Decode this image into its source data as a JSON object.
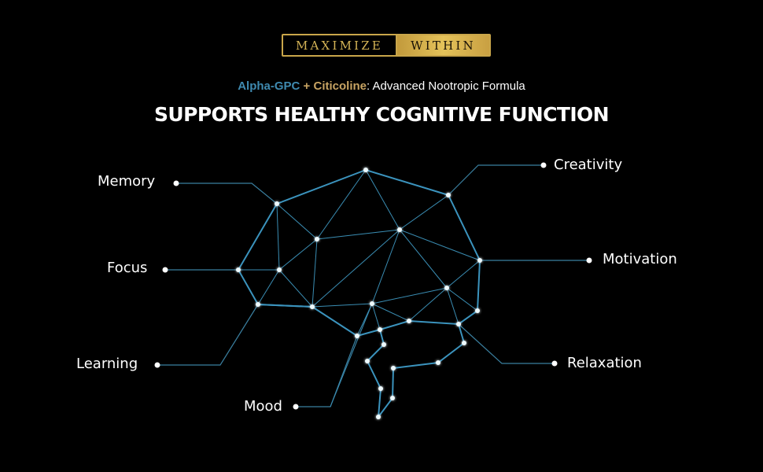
{
  "logo": {
    "left_text": "MAXIMIZE",
    "right_text": "WITHIN",
    "gold": "#d4b356"
  },
  "subtitle": {
    "part1": "Alpha-GPC",
    "part2": " + ",
    "part3": "Citicoline",
    "part4": ": Advanced Nootropic Formula",
    "color_blue": "#3f8ab0",
    "color_gold": "#c8a463"
  },
  "headline": "SUPPORTS HEALTHY COGNITIVE FUNCTION",
  "labels": {
    "memory": "Memory",
    "focus": "Focus",
    "learning": "Learning",
    "mood": "Mood",
    "creativity": "Creativity",
    "motivation": "Motivation",
    "relaxation": "Relaxation"
  },
  "line_color": "#3a8fb5",
  "icon": "brain-network-icon"
}
